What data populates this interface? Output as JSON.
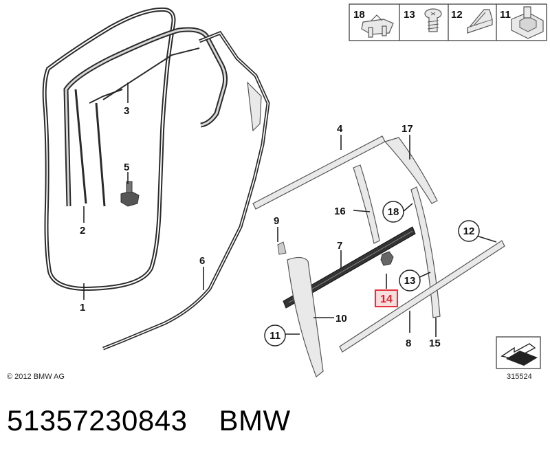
{
  "labels": {
    "p1": "1",
    "p2": "2",
    "p3": "3",
    "p4": "4",
    "p5": "5",
    "p6": "6",
    "p7": "7",
    "p8": "8",
    "p9": "9",
    "p10": "10",
    "p11a": "11",
    "p12": "12",
    "p13": "13",
    "p14": "14",
    "p15": "15",
    "p16": "16",
    "p17": "17",
    "p18": "18"
  },
  "legend": [
    "18",
    "13",
    "12",
    "11"
  ],
  "highlight_color": "#e0202a",
  "copyright": "© 2012 BMW AG",
  "diagram_number": "315524",
  "part_number": "51357230843",
  "brand": "BMW"
}
